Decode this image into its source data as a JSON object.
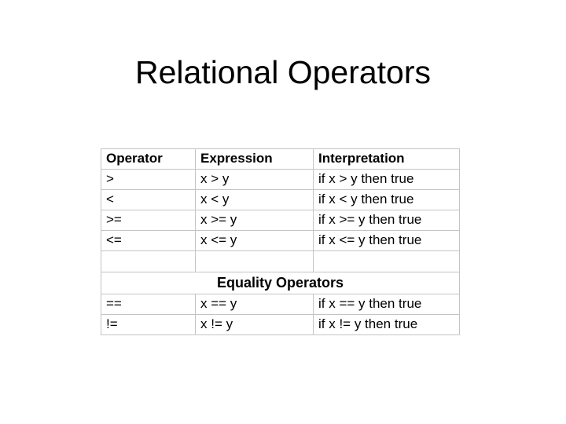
{
  "slide": {
    "title": "Relational Operators",
    "background_color": "#ffffff",
    "text_color": "#000000",
    "border_color": "#c4c4c4"
  },
  "table": {
    "headers": [
      "Operator",
      "Expression",
      "Interpretation"
    ],
    "rows": [
      {
        "type": "data",
        "cells": [
          ">",
          "x > y",
          "if x > y then true"
        ]
      },
      {
        "type": "data",
        "cells": [
          "<",
          "x < y",
          "if x < y then true"
        ]
      },
      {
        "type": "data",
        "cells": [
          ">=",
          "x >= y",
          "if x >= y then true"
        ]
      },
      {
        "type": "data",
        "cells": [
          "<=",
          "x <= y",
          "if x <= y then true"
        ]
      },
      {
        "type": "spacer",
        "cells": [
          "",
          "",
          ""
        ]
      },
      {
        "type": "section",
        "label": "Equality Operators"
      },
      {
        "type": "data",
        "cells": [
          "==",
          "x == y",
          "if x == y then true"
        ]
      },
      {
        "type": "data",
        "cells": [
          "!=",
          "x != y",
          "if x != y then true"
        ]
      }
    ]
  }
}
